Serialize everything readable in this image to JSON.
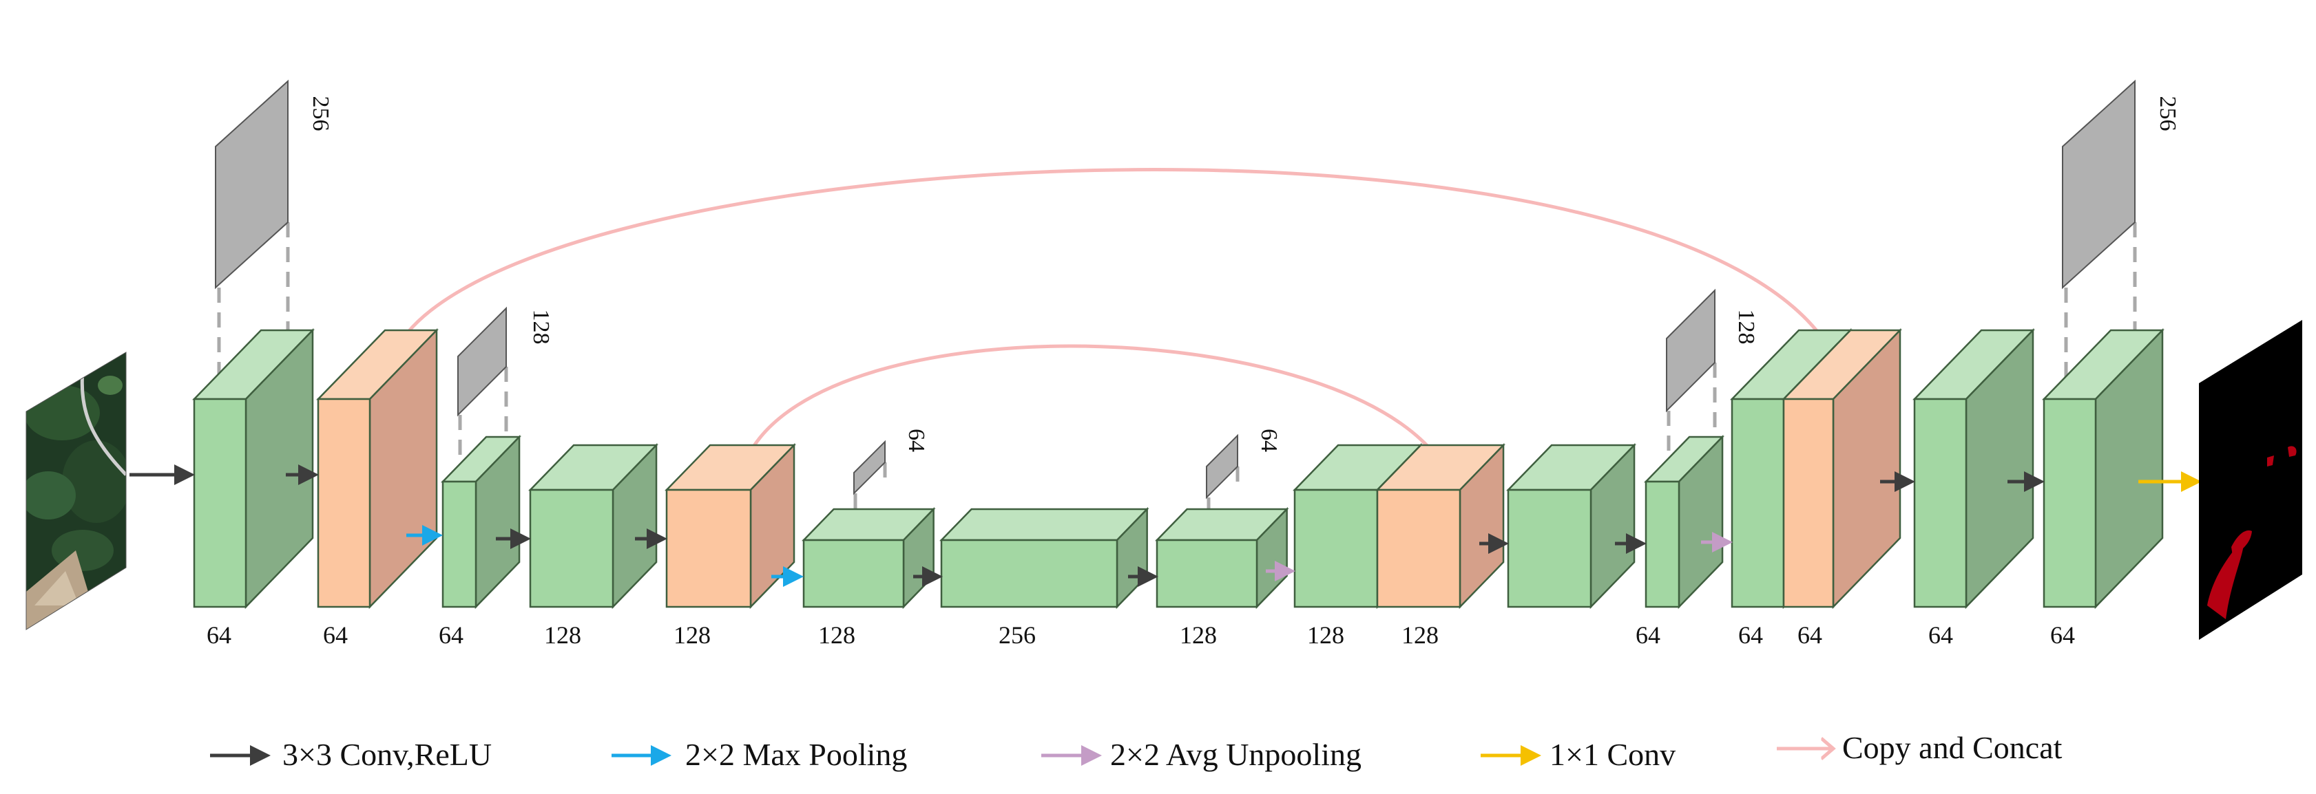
{
  "colors": {
    "green_front": "#a3d7a3",
    "green_top": "#bfe3bf",
    "green_side": "#86ad86",
    "orange_front": "#fcc6a0",
    "orange_top": "#fbd3b6",
    "orange_side": "#d5a08a",
    "gray_panel": "#b1b1b1",
    "edge": "#3f5f3f",
    "conv_arrow": "#3d3d3d",
    "pool_arrow": "#1aa8e8",
    "unpool_arrow": "#c49cc6",
    "conv1x1_arrow": "#f5c000",
    "copy_arrow": "#f7b8b8",
    "dashed": "#a9a9a9",
    "mask_bg": "#000000",
    "mask_fg": "#b50012"
  },
  "input_image": {
    "icon": "satellite-image-icon"
  },
  "output_image": {
    "icon": "segmentation-mask-icon"
  },
  "block_labels": [
    "64",
    "64",
    "64",
    "128",
    "128",
    "128",
    "256",
    "128",
    "128",
    "128",
    "64",
    "64",
    "64",
    "64",
    "64"
  ],
  "panel_labels": [
    "256",
    "128",
    "64",
    "64",
    "128",
    "256"
  ],
  "legend": [
    {
      "label": "3×3 Conv,ReLU",
      "icon": "conv-relu-arrow-icon"
    },
    {
      "label": "2×2 Max Pooling",
      "icon": "max-pooling-arrow-icon"
    },
    {
      "label": "2×2 Avg Unpooling",
      "icon": "avg-unpooling-arrow-icon"
    },
    {
      "label": "1×1 Conv",
      "icon": "conv1x1-arrow-icon"
    },
    {
      "label": "Copy and Concat",
      "icon": "copy-concat-arrow-icon"
    }
  ]
}
